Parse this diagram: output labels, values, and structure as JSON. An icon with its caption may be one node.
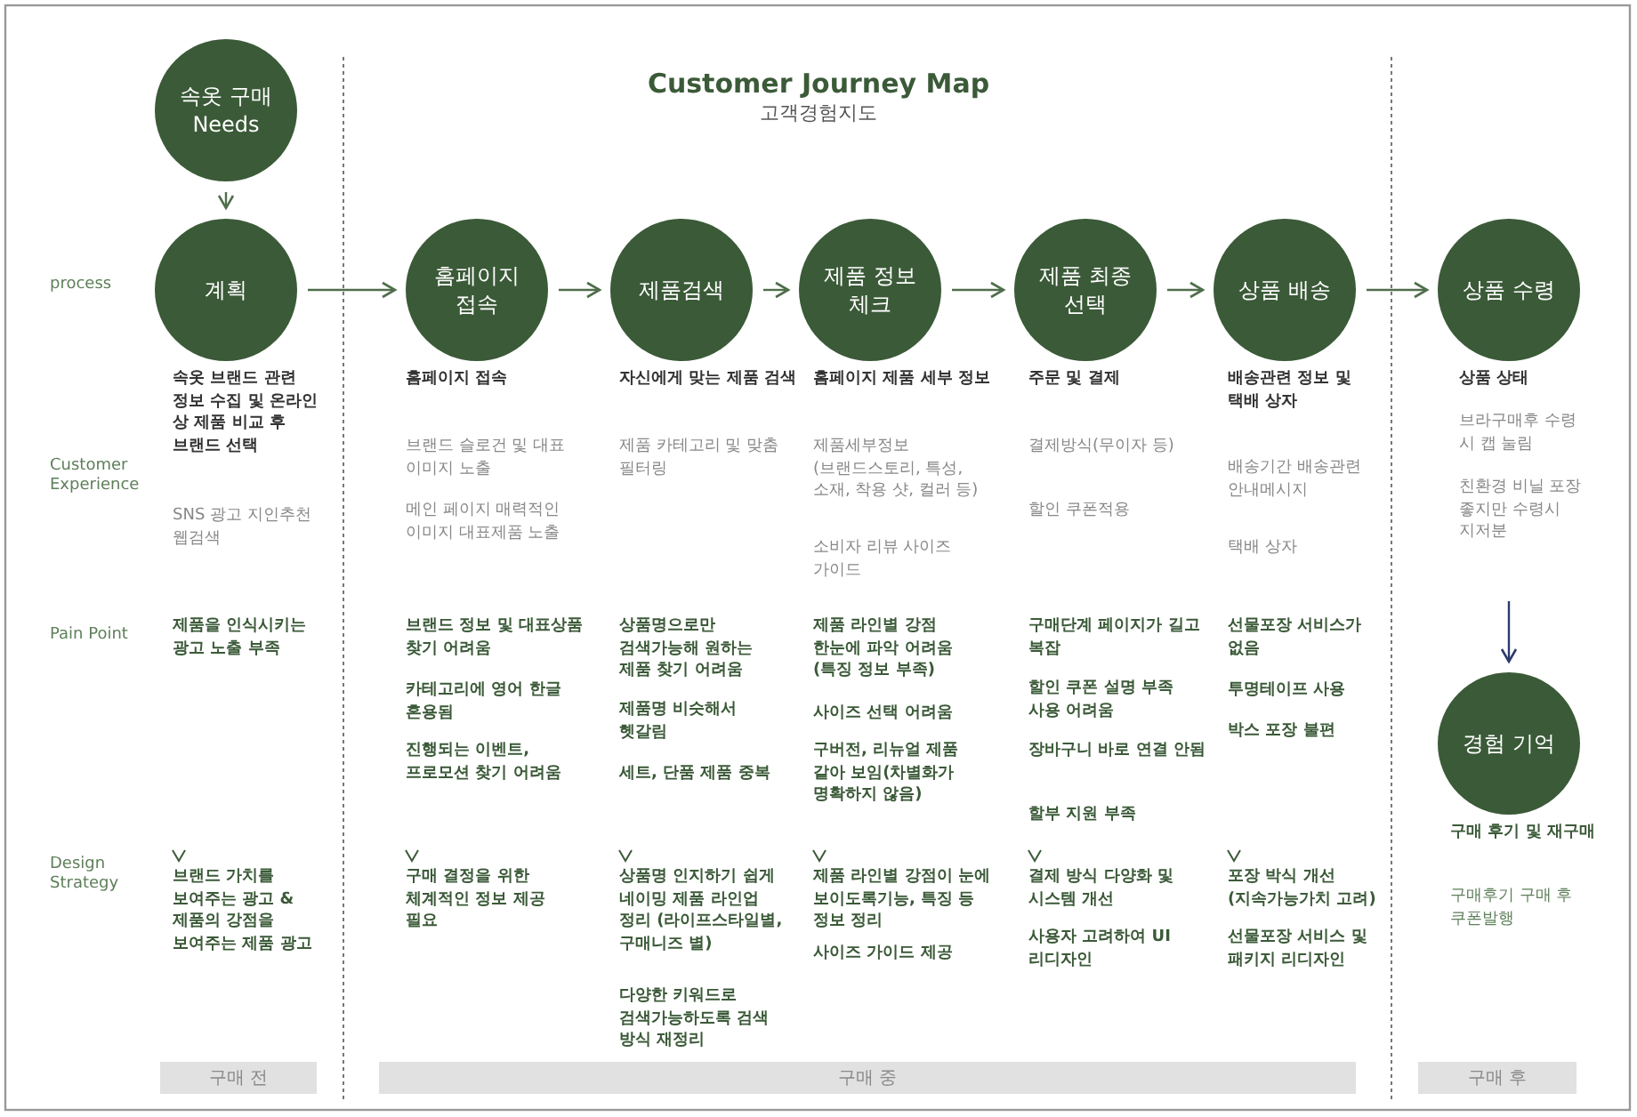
{
  "diagram": {
    "title": "Customer Journey Map",
    "nodes": [
      {
        "text": [
          "속옷 구매 Needs"
        ]
      },
      {
        "text": [
          "계획"
        ]
      },
      {
        "text": [
          "홈페이지 접속"
        ]
      },
      {
        "text": [
          "제품검색"
        ]
      },
      {
        "text": [
          "제품 정보 체크"
        ]
      },
      {
        "text": [
          "제품 최종 선택"
        ]
      },
      {
        "text": [
          "상품 배송"
        ]
      },
      {
        "text": [
          "상품 수령"
        ]
      },
      {
        "text": [
          "경험 기억"
        ]
      },
      {
        "text": [
          "구매 전"
        ]
      },
      {
        "text": [
          "구매 중"
        ]
      },
      {
        "text": [
          "구매 후"
        ]
      }
    ],
    "edges": [
      {
        "from": 0,
        "to": 1,
        "arrow": "to"
      },
      {
        "from": 1,
        "to": 2,
        "arrow": "to"
      },
      {
        "from": 2,
        "to": 3,
        "arrow": "to"
      },
      {
        "from": 3,
        "to": 4,
        "arrow": "to"
      },
      {
        "from": 4,
        "to": 5,
        "arrow": "to"
      },
      {
        "from": 5,
        "to": 6,
        "arrow": "to"
      },
      {
        "from": 6,
        "to": 7,
        "arrow": "to"
      },
      {
        "from": null,
        "to": 8,
        "arrow": "to",
        "color": "#2c3a6b"
      }
    ],
    "labels": [
      "고객경험지도",
      "process",
      "Customer Experience",
      "Pain Point",
      "Design Strategy",
      "속옷 브랜드 관련 정보 수집 및 온라인 상 제품 비교 후 브랜드 선택",
      "SNS 광고 지인추천 웹검색",
      "제품을 인식시키는 광고 노출 부족",
      "브랜드 가치를 보여주는 광고 & 제품의 강점을 보여주는 제품 광고",
      "홈페이지 접속",
      "브랜드 슬로건 및 대표 이미지 노출",
      "메인 페이지 매력적인 이미지 대표제품 노출",
      "브랜드 정보 및 대표상품 찾기 어려움",
      "카테고리에 영어 한글 혼용됨",
      "진행되는 이벤트, 프로모션 찾기 어려움",
      "구매 결정을 위한 체계적인 정보 제공 필요",
      "자신에게 맞는 제품 검색",
      "제품 카테고리 및 맞춤 필터링",
      "상품명으로만 검색가능해 원하는 제품 찾기 어려움",
      "제품명 비슷해서 헷갈림",
      "세트, 단품 제품 중복",
      "상품명 인지하기 쉽게 네이밍 제품 라인업 정리 (라이프스타일별, 구매니즈 별)",
      "다양한 키워드로 검색가능하도록 검색 방식 재정리",
      "홈페이지 제품 세부 정보",
      "제품세부정보 (브랜드스토리, 특성, 소재, 착용 샷, 컬러 등)",
      "소비자 리뷰 사이즈 가이드",
      "제품 라인별 강점 한눈에 파악 어려움 (특징 정보 부족)",
      "사이즈 선택 어려움",
      "구버전, 리뉴얼 제품 같아 보임(차별화가 명확하지 않음)",
      "제품 라인별 강점이 눈에 보이도록기능, 특징 등 정보 정리",
      "사이즈 가이드 제공",
      "주문 및 결제",
      "결제방식(무이자 등)",
      "할인 쿠폰적용",
      "구매단계 페이지가 길고 복잡",
      "할인 쿠폰 설명 부족 사용 어려움",
      "장바구니 바로 연결 안됨",
      "할부 지원 부족",
      "결제 방식 다양화 및 시스템 개선",
      "사용자 고려하여 UI 리디자인",
      "배송관련 정보 및 택배 상자",
      "배송기간 배송관련 안내메시지",
      "택배 상자",
      "선물포장 서비스가 없음",
      "투명테이프 사용",
      "박스 포장 불편",
      "포장 박식 개선 (지속가능가치 고려)",
      "선물포장 서비스 및 패키지 리디자인",
      "상품 상태",
      "브라구매후 수령 시 캡 눌림",
      "친환경 비닐 포장 좋지만 수령시 지저분",
      "구매 후기 및 재구매",
      "구매후기 구매 후 쿠폰발행"
    ]
  }
}
